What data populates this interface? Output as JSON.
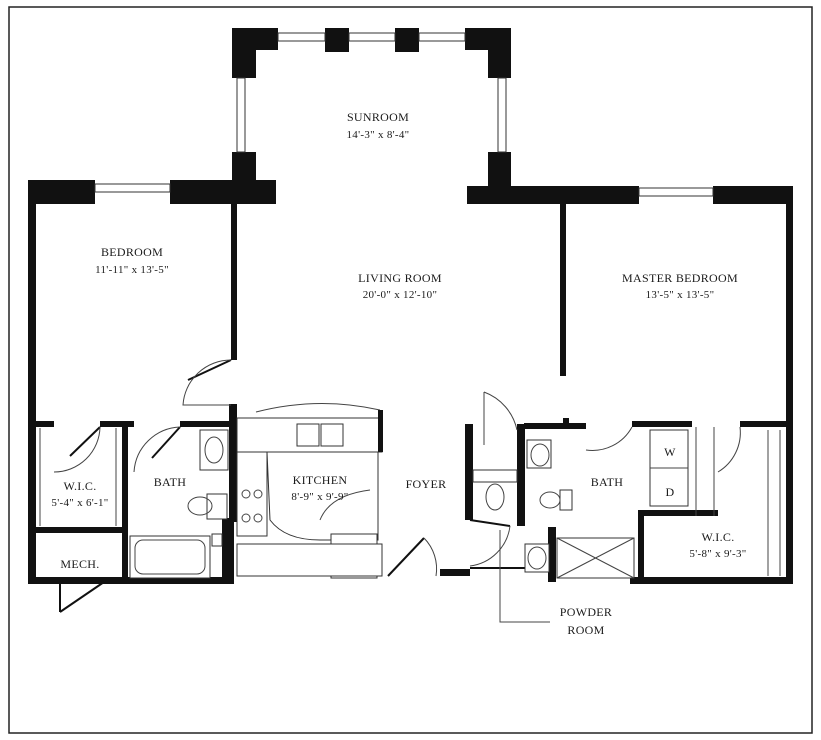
{
  "rooms": {
    "sunroom": {
      "name": "SUNROOM",
      "dims": "14'-3\" x 8'-4\""
    },
    "bedroom": {
      "name": "BEDROOM",
      "dims": "11'-11\" x 13'-5\""
    },
    "living": {
      "name": "LIVING ROOM",
      "dims": "20'-0\" x 12'-10\""
    },
    "master": {
      "name": "MASTER BEDROOM",
      "dims": "13'-5\" x 13'-5\""
    },
    "wic_left": {
      "name": "W.I.C.",
      "dims": "5'-4\" x 6'-1\""
    },
    "bath_left": {
      "name": "BATH"
    },
    "kitchen": {
      "name": "KITCHEN",
      "dims": "8'-9\" x 9'-9\""
    },
    "foyer": {
      "name": "FOYER"
    },
    "bath_right": {
      "name": "BATH"
    },
    "wic_right": {
      "name": "W.I.C.",
      "dims": "5'-8\" x 9'-3\""
    },
    "mech": {
      "name": "MECH."
    },
    "powder": {
      "line1": "POWDER",
      "line2": "ROOM"
    }
  },
  "appliances": {
    "washer": "W",
    "dryer": "D"
  }
}
